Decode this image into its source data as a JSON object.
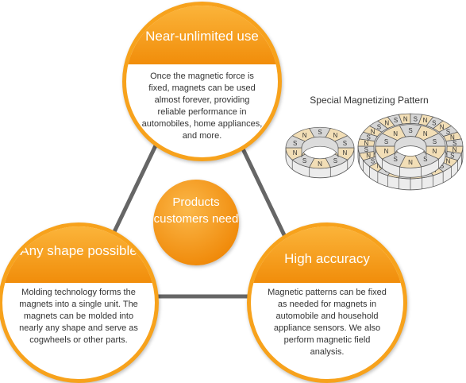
{
  "center_label": "Products customers need",
  "nodes": {
    "top": {
      "title": "Near-unlimited use",
      "body": "Once the magnetic force is fixed, magnets can be used almost forever, providing reliable performance in automobiles, home appliances, and more."
    },
    "left": {
      "title": "Any shape possible",
      "body": "Molding technology forms the magnets into a single unit. The magnets can be molded into nearly any shape and serve as cogwheels or other parts."
    },
    "right": {
      "title": "High accuracy",
      "body": "Magnetic patterns can be fixed as needed for magnets in automobile and household appliance sensors. We also perform magnetic field analysis."
    }
  },
  "illustration": {
    "label": "Special Magnetizing Pattern",
    "pole_n": "N",
    "pole_s": "S"
  },
  "colors": {
    "accent": "#f7a21c",
    "line": "#666666",
    "magnet_tan": "#f2deb6",
    "magnet_gray": "#d6d6d6"
  }
}
